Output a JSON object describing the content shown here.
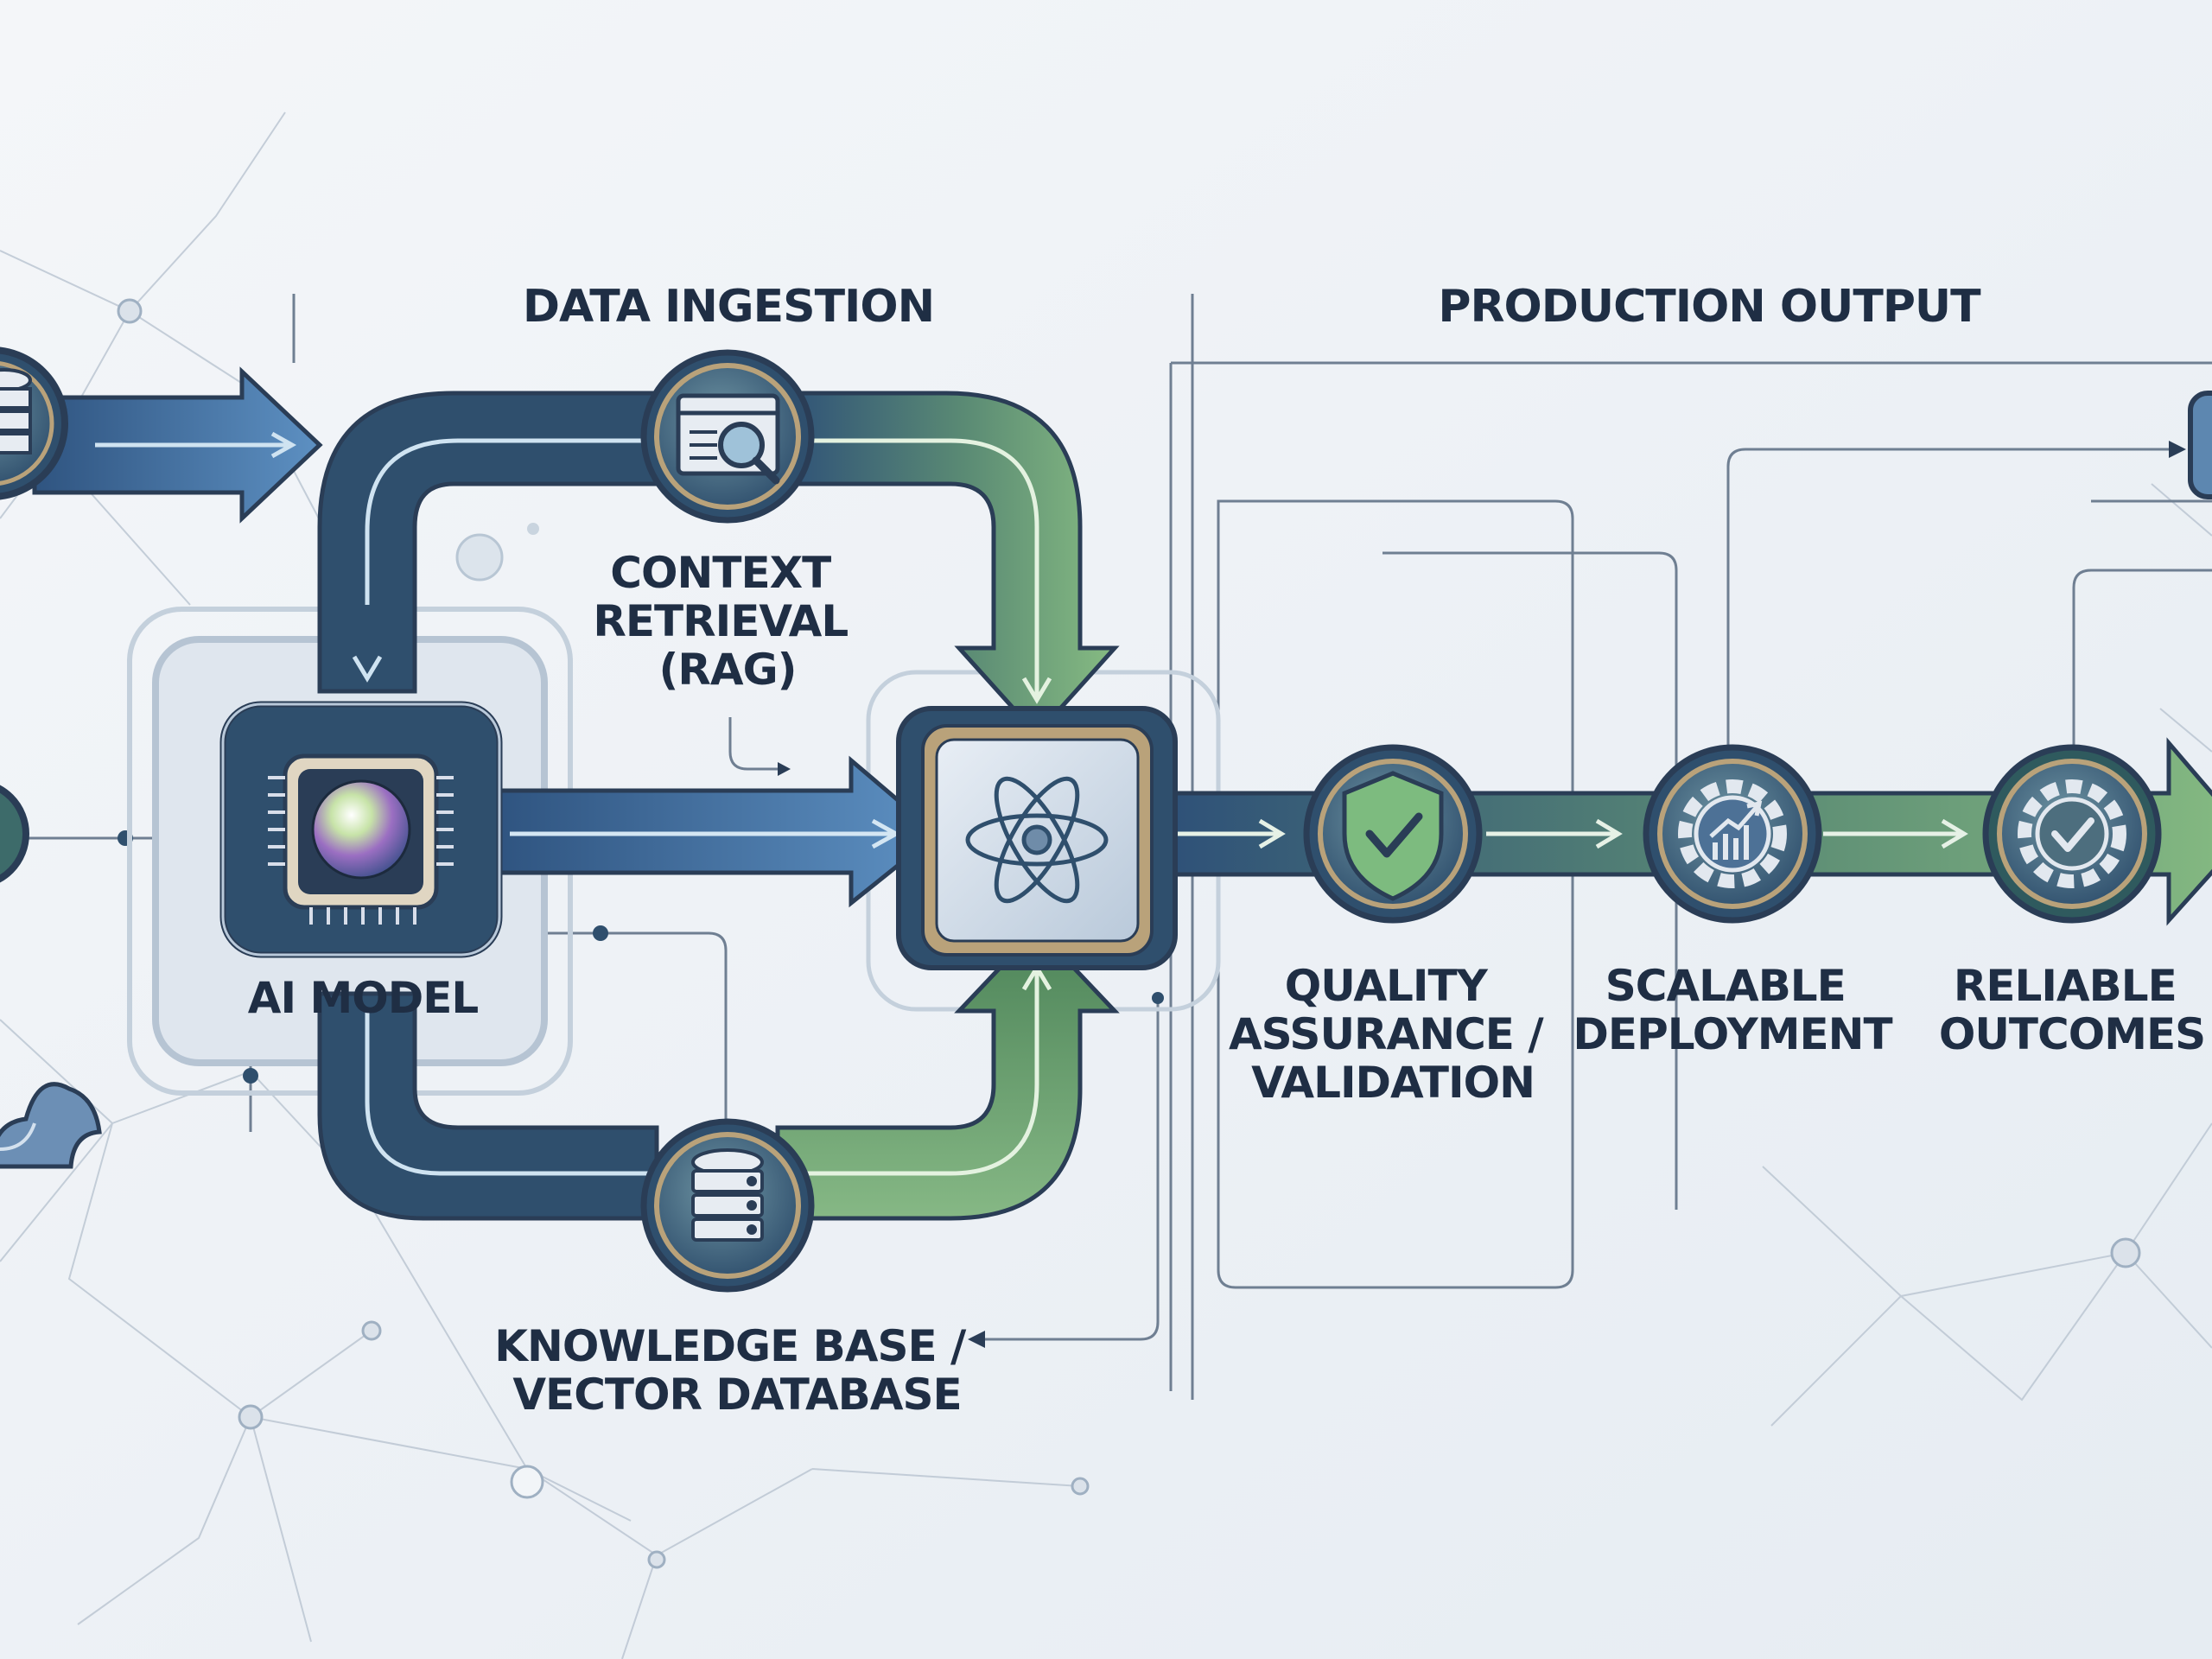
{
  "headers": {
    "data_ingestion": "DATA INGESTION",
    "production_output": "PRODUCTION OUTPUT"
  },
  "nodes": {
    "ai_model": {
      "label": "AI MODEL",
      "icon": "chip-orb-icon"
    },
    "context_retrieval": {
      "lines": [
        "CONTEXT",
        "RETRIEVAL",
        "(RAG)"
      ],
      "icon": "browser-search-icon"
    },
    "knowledge_base": {
      "lines": [
        "KNOWLEDGE BASE /",
        "VECTOR DATABASE"
      ],
      "icon": "database-icon"
    },
    "orchestrator": {
      "icon": "atom-icon"
    },
    "quality": {
      "lines": [
        "QUALITY",
        "ASSURANCE /",
        "VALIDATION"
      ],
      "icon": "shield-check-icon"
    },
    "deployment": {
      "lines": [
        "SCALABLE",
        "DEPLOYMENT"
      ],
      "icon": "gear-chart-icon"
    },
    "outcomes": {
      "lines": [
        "RELIABLE",
        "OUTCOMES"
      ],
      "icon": "gear-check-icon"
    }
  },
  "colors": {
    "blue_dark": "#2d4f78",
    "blue_light": "#5b8cbd",
    "green_dark": "#4d8459",
    "green_light": "#86b885",
    "outline": "#2a3d56",
    "gold_ring": "#b9a27a",
    "background": "#eef2f6"
  }
}
